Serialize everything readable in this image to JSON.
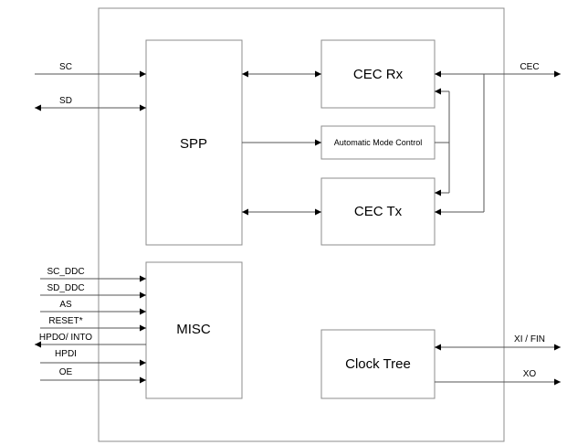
{
  "blocks": {
    "spp": "SPP",
    "cec_rx": "CEC Rx",
    "cec_tx": "CEC Tx",
    "amc": "Automatic Mode Control",
    "misc": "MISC",
    "clock_tree": "Clock Tree"
  },
  "signals": {
    "sc": "SC",
    "sd": "SD",
    "cec": "CEC",
    "sc_ddc": "SC_DDC",
    "sd_ddc": "SD_DDC",
    "as": "AS",
    "reset": "RESET*",
    "hpdo_into": "HPDO/ INTO",
    "hpdi": "HPDI",
    "oe": "OE",
    "xi_fin": "XI / FIN",
    "xo": "XO"
  }
}
